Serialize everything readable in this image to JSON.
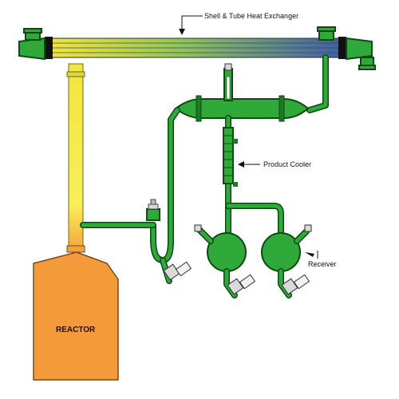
{
  "labels": {
    "heat_exchanger": "Shell & Tube Heat Exchanger",
    "product_cooler": "Product Cooler",
    "receiver": "Receiver",
    "reactor": "REACTOR"
  },
  "colors": {
    "equipment_green": "#2ea93a",
    "outline_dark_green": "#0d4a12",
    "reactor_orange": "#f39a3a",
    "vapor_yellow": "#f5e93f",
    "exchanger_blue": "#3c5ea8"
  }
}
